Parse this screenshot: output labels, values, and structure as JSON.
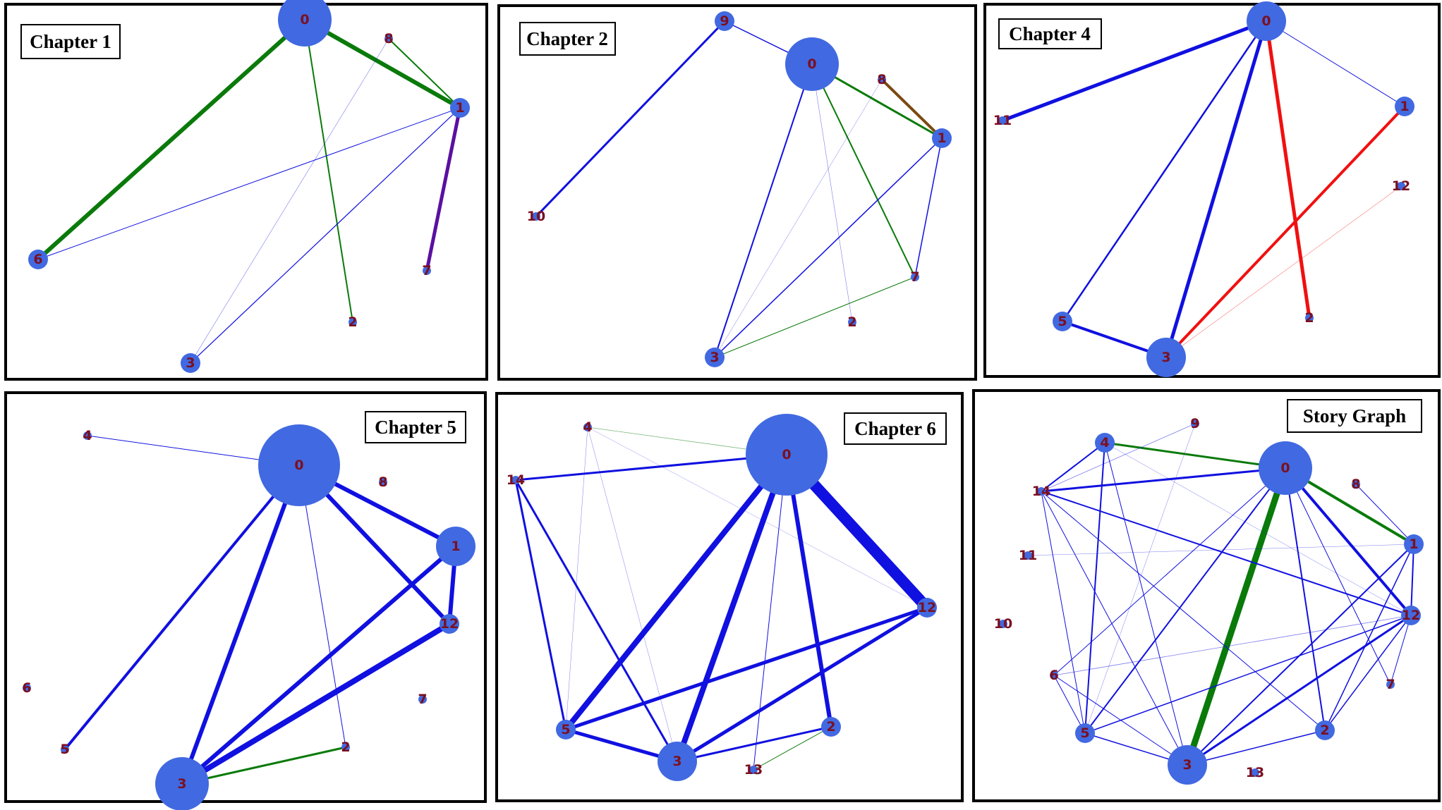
{
  "colors": {
    "blue": "#1010e0",
    "green": "#0a7a0a",
    "red": "#f01010",
    "brown": "#7a4a10",
    "purple": "#5a10a0",
    "node": "#4169e1",
    "label": "#7a1020"
  },
  "panels": [
    {
      "title": "Chapter 1",
      "nodes": [
        {
          "id": "0",
          "size": "large"
        },
        {
          "id": "8",
          "size": "tiny"
        },
        {
          "id": "1",
          "size": "small"
        },
        {
          "id": "6",
          "size": "small"
        },
        {
          "id": "7",
          "size": "tiny"
        },
        {
          "id": "2",
          "size": "tiny"
        },
        {
          "id": "3",
          "size": "small"
        }
      ],
      "edges": [
        {
          "from": "0",
          "to": "6",
          "color": "green",
          "weight": 6
        },
        {
          "from": "0",
          "to": "1",
          "color": "green",
          "weight": 6
        },
        {
          "from": "0",
          "to": "2",
          "color": "green",
          "weight": 2
        },
        {
          "from": "8",
          "to": "1",
          "color": "green",
          "weight": 2
        },
        {
          "from": "8",
          "to": "3",
          "color": "blue",
          "weight": 0.6
        },
        {
          "from": "1",
          "to": "6",
          "color": "blue",
          "weight": 1
        },
        {
          "from": "1",
          "to": "3",
          "color": "blue",
          "weight": 1.2
        },
        {
          "from": "1",
          "to": "7",
          "color": "purple",
          "weight": 5
        }
      ]
    },
    {
      "title": "Chapter 2",
      "nodes": [
        {
          "id": "9",
          "size": "small"
        },
        {
          "id": "0",
          "size": "large"
        },
        {
          "id": "8",
          "size": "tiny"
        },
        {
          "id": "1",
          "size": "small"
        },
        {
          "id": "10",
          "size": "tiny"
        },
        {
          "id": "7",
          "size": "tiny"
        },
        {
          "id": "2",
          "size": "tiny"
        },
        {
          "id": "3",
          "size": "small"
        }
      ],
      "edges": [
        {
          "from": "9",
          "to": "10",
          "color": "blue",
          "weight": 3
        },
        {
          "from": "9",
          "to": "0",
          "color": "blue",
          "weight": 1.5
        },
        {
          "from": "0",
          "to": "1",
          "color": "green",
          "weight": 3
        },
        {
          "from": "0",
          "to": "7",
          "color": "green",
          "weight": 2
        },
        {
          "from": "0",
          "to": "3",
          "color": "blue",
          "weight": 2
        },
        {
          "from": "0",
          "to": "2",
          "color": "blue",
          "weight": 0.6
        },
        {
          "from": "8",
          "to": "1",
          "color": "brown",
          "weight": 4
        },
        {
          "from": "8",
          "to": "3",
          "color": "blue",
          "weight": 0.5
        },
        {
          "from": "1",
          "to": "3",
          "color": "blue",
          "weight": 1.5
        },
        {
          "from": "1",
          "to": "7",
          "color": "blue",
          "weight": 1.5
        },
        {
          "from": "3",
          "to": "7",
          "color": "green",
          "weight": 1
        }
      ]
    },
    {
      "title": "Chapter 4",
      "nodes": [
        {
          "id": "0",
          "size": "medium"
        },
        {
          "id": "11",
          "size": "tiny"
        },
        {
          "id": "1",
          "size": "small"
        },
        {
          "id": "12",
          "size": "tiny"
        },
        {
          "id": "5",
          "size": "small"
        },
        {
          "id": "2",
          "size": "tiny"
        },
        {
          "id": "3",
          "size": "medium"
        }
      ],
      "edges": [
        {
          "from": "0",
          "to": "11",
          "color": "blue",
          "weight": 5
        },
        {
          "from": "0",
          "to": "1",
          "color": "blue",
          "weight": 1
        },
        {
          "from": "0",
          "to": "2",
          "color": "red",
          "weight": 5
        },
        {
          "from": "0",
          "to": "5",
          "color": "blue",
          "weight": 2.5
        },
        {
          "from": "0",
          "to": "3",
          "color": "blue",
          "weight": 5
        },
        {
          "from": "5",
          "to": "3",
          "color": "blue",
          "weight": 4
        },
        {
          "from": "1",
          "to": "3",
          "color": "red",
          "weight": 4
        },
        {
          "from": "12",
          "to": "3",
          "color": "red",
          "weight": 0.6
        }
      ]
    },
    {
      "title": "Chapter 5",
      "nodes": [
        {
          "id": "4",
          "size": "tiny"
        },
        {
          "id": "0",
          "size": "xlarge"
        },
        {
          "id": "8",
          "size": "tiny"
        },
        {
          "id": "1",
          "size": "medium"
        },
        {
          "id": "12",
          "size": "small"
        },
        {
          "id": "6",
          "size": "tiny"
        },
        {
          "id": "7",
          "size": "tiny"
        },
        {
          "id": "5",
          "size": "tiny"
        },
        {
          "id": "2",
          "size": "tiny"
        },
        {
          "id": "3",
          "size": "large"
        }
      ],
      "edges": [
        {
          "from": "4",
          "to": "0",
          "color": "blue",
          "weight": 1
        },
        {
          "from": "0",
          "to": "5",
          "color": "blue",
          "weight": 4
        },
        {
          "from": "0",
          "to": "3",
          "color": "blue",
          "weight": 6
        },
        {
          "from": "0",
          "to": "2",
          "color": "blue",
          "weight": 1
        },
        {
          "from": "0",
          "to": "1",
          "color": "blue",
          "weight": 6
        },
        {
          "from": "0",
          "to": "12",
          "color": "blue",
          "weight": 6
        },
        {
          "from": "1",
          "to": "12",
          "color": "blue",
          "weight": 6
        },
        {
          "from": "1",
          "to": "3",
          "color": "blue",
          "weight": 6
        },
        {
          "from": "12",
          "to": "3",
          "color": "blue",
          "weight": 8
        },
        {
          "from": "3",
          "to": "2",
          "color": "green",
          "weight": 3
        }
      ]
    },
    {
      "title": "Chapter 6",
      "nodes": [
        {
          "id": "4",
          "size": "tiny"
        },
        {
          "id": "0",
          "size": "xlarge"
        },
        {
          "id": "14",
          "size": "tiny"
        },
        {
          "id": "12",
          "size": "small"
        },
        {
          "id": "5",
          "size": "small"
        },
        {
          "id": "3",
          "size": "medium"
        },
        {
          "id": "2",
          "size": "small"
        },
        {
          "id": "13",
          "size": "tiny"
        }
      ],
      "edges": [
        {
          "from": "4",
          "to": "0",
          "color": "green",
          "weight": 0.8
        },
        {
          "from": "4",
          "to": "5",
          "color": "blue",
          "weight": 0.5
        },
        {
          "from": "4",
          "to": "3",
          "color": "blue",
          "weight": 0.5
        },
        {
          "from": "4",
          "to": "12",
          "color": "blue",
          "weight": 0.4
        },
        {
          "from": "14",
          "to": "0",
          "color": "blue",
          "weight": 3
        },
        {
          "from": "14",
          "to": "5",
          "color": "blue",
          "weight": 3
        },
        {
          "from": "14",
          "to": "3",
          "color": "blue",
          "weight": 3
        },
        {
          "from": "0",
          "to": "12",
          "color": "blue",
          "weight": 16
        },
        {
          "from": "0",
          "to": "5",
          "color": "blue",
          "weight": 8
        },
        {
          "from": "0",
          "to": "3",
          "color": "blue",
          "weight": 8
        },
        {
          "from": "0",
          "to": "2",
          "color": "blue",
          "weight": 6
        },
        {
          "from": "0",
          "to": "13",
          "color": "blue",
          "weight": 1
        },
        {
          "from": "5",
          "to": "12",
          "color": "blue",
          "weight": 5
        },
        {
          "from": "3",
          "to": "12",
          "color": "blue",
          "weight": 5
        },
        {
          "from": "5",
          "to": "3",
          "color": "blue",
          "weight": 5
        },
        {
          "from": "3",
          "to": "2",
          "color": "blue",
          "weight": 3
        },
        {
          "from": "13",
          "to": "2",
          "color": "green",
          "weight": 1
        }
      ]
    },
    {
      "title": "Story Graph",
      "nodes": [
        {
          "id": "9",
          "size": "tiny"
        },
        {
          "id": "4",
          "size": "small"
        },
        {
          "id": "0",
          "size": "large"
        },
        {
          "id": "8",
          "size": "tiny"
        },
        {
          "id": "14",
          "size": "tiny"
        },
        {
          "id": "1",
          "size": "small"
        },
        {
          "id": "11",
          "size": "tiny"
        },
        {
          "id": "12",
          "size": "small"
        },
        {
          "id": "10",
          "size": "tiny"
        },
        {
          "id": "6",
          "size": "tiny"
        },
        {
          "id": "7",
          "size": "tiny"
        },
        {
          "id": "5",
          "size": "small"
        },
        {
          "id": "2",
          "size": "small"
        },
        {
          "id": "3",
          "size": "medium"
        },
        {
          "id": "13",
          "size": "tiny"
        }
      ],
      "edges": [
        {
          "from": "0",
          "to": "3",
          "color": "green",
          "weight": 9
        },
        {
          "from": "0",
          "to": "1",
          "color": "green",
          "weight": 4
        },
        {
          "from": "4",
          "to": "0",
          "color": "green",
          "weight": 3
        },
        {
          "from": "14",
          "to": "0",
          "color": "blue",
          "weight": 3
        },
        {
          "from": "0",
          "to": "12",
          "color": "blue",
          "weight": 4
        },
        {
          "from": "0",
          "to": "2",
          "color": "blue",
          "weight": 2
        },
        {
          "from": "0",
          "to": "5",
          "color": "blue",
          "weight": 2
        },
        {
          "from": "0",
          "to": "6",
          "color": "blue",
          "weight": 1
        },
        {
          "from": "0",
          "to": "7",
          "color": "blue",
          "weight": 1
        },
        {
          "from": "8",
          "to": "1",
          "color": "blue",
          "weight": 1
        },
        {
          "from": "9",
          "to": "14",
          "color": "blue",
          "weight": 0.8
        },
        {
          "from": "4",
          "to": "14",
          "color": "blue",
          "weight": 2
        },
        {
          "from": "4",
          "to": "5",
          "color": "blue",
          "weight": 2
        },
        {
          "from": "4",
          "to": "3",
          "color": "blue",
          "weight": 1
        },
        {
          "from": "14",
          "to": "12",
          "color": "blue",
          "weight": 2
        },
        {
          "from": "14",
          "to": "3",
          "color": "blue",
          "weight": 1
        },
        {
          "from": "14",
          "to": "2",
          "color": "blue",
          "weight": 1
        },
        {
          "from": "14",
          "to": "5",
          "color": "blue",
          "weight": 1
        },
        {
          "from": "11",
          "to": "1",
          "color": "blue",
          "weight": 0.5
        },
        {
          "from": "1",
          "to": "12",
          "color": "blue",
          "weight": 2
        },
        {
          "from": "1",
          "to": "3",
          "color": "blue",
          "weight": 2
        },
        {
          "from": "1",
          "to": "2",
          "color": "blue",
          "weight": 1.5
        },
        {
          "from": "12",
          "to": "3",
          "color": "blue",
          "weight": 3
        },
        {
          "from": "12",
          "to": "5",
          "color": "blue",
          "weight": 1.5
        },
        {
          "from": "12",
          "to": "2",
          "color": "blue",
          "weight": 1.5
        },
        {
          "from": "12",
          "to": "6",
          "color": "blue",
          "weight": 0.8
        },
        {
          "from": "12",
          "to": "7",
          "color": "blue",
          "weight": 1
        },
        {
          "from": "6",
          "to": "5",
          "color": "blue",
          "weight": 1
        },
        {
          "from": "6",
          "to": "3",
          "color": "blue",
          "weight": 1
        },
        {
          "from": "5",
          "to": "3",
          "color": "blue",
          "weight": 1.5
        },
        {
          "from": "3",
          "to": "2",
          "color": "blue",
          "weight": 1.5
        },
        {
          "from": "4",
          "to": "12",
          "color": "blue",
          "weight": 0.5
        },
        {
          "from": "9",
          "to": "5",
          "color": "blue",
          "weight": 0.5
        }
      ]
    }
  ]
}
